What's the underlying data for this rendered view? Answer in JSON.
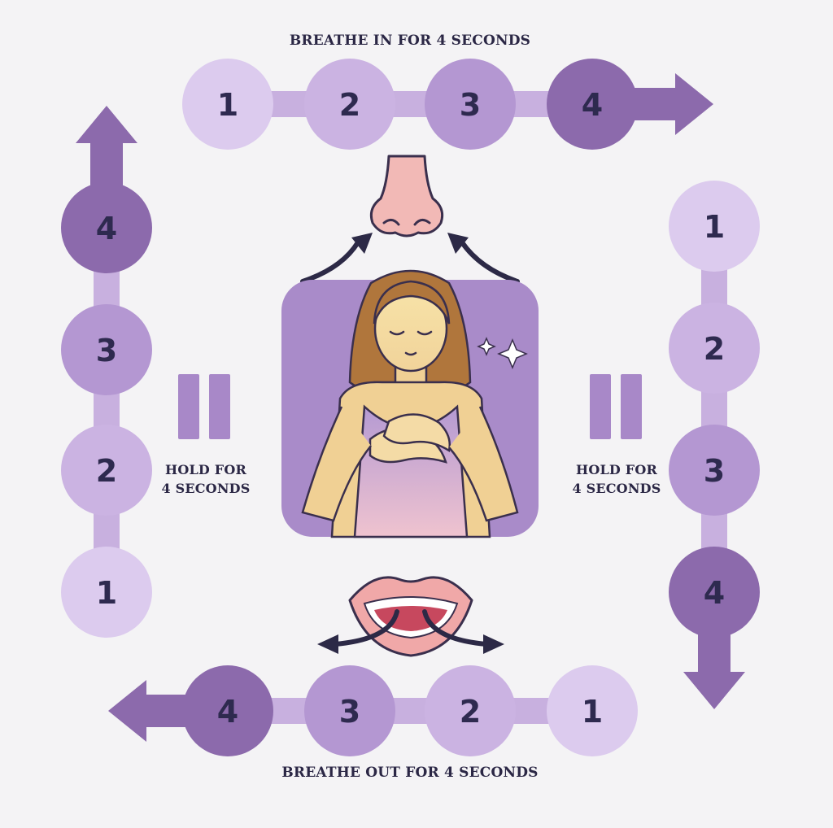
{
  "captions": {
    "top": "BREATHE IN FOR 4 SECONDS",
    "bottom": "BREATHE OUT FOR 4 SECONDS",
    "hold_left": [
      "HOLD FOR",
      "4 SECONDS"
    ],
    "hold_right": [
      "HOLD FOR",
      "4 SECONDS"
    ]
  },
  "steps": {
    "top": [
      "1",
      "2",
      "3",
      "4"
    ],
    "right": [
      "1",
      "2",
      "3",
      "4"
    ],
    "bottom": [
      "4",
      "3",
      "2",
      "1"
    ],
    "left": [
      "4",
      "3",
      "2",
      "1"
    ]
  },
  "colors": {
    "background": "#f4f3f5",
    "step_1": "#dccbee",
    "step_2": "#cbb3e2",
    "step_3": "#b497d2",
    "step_4": "#8c6aac",
    "connector": "#c8b0df",
    "arrow": "#8c6aac",
    "text": "#2b2745"
  },
  "icons": [
    "nose-icon",
    "mouth-icon",
    "woman-illustration-icon",
    "pause-icon",
    "sparkle-icon"
  ]
}
